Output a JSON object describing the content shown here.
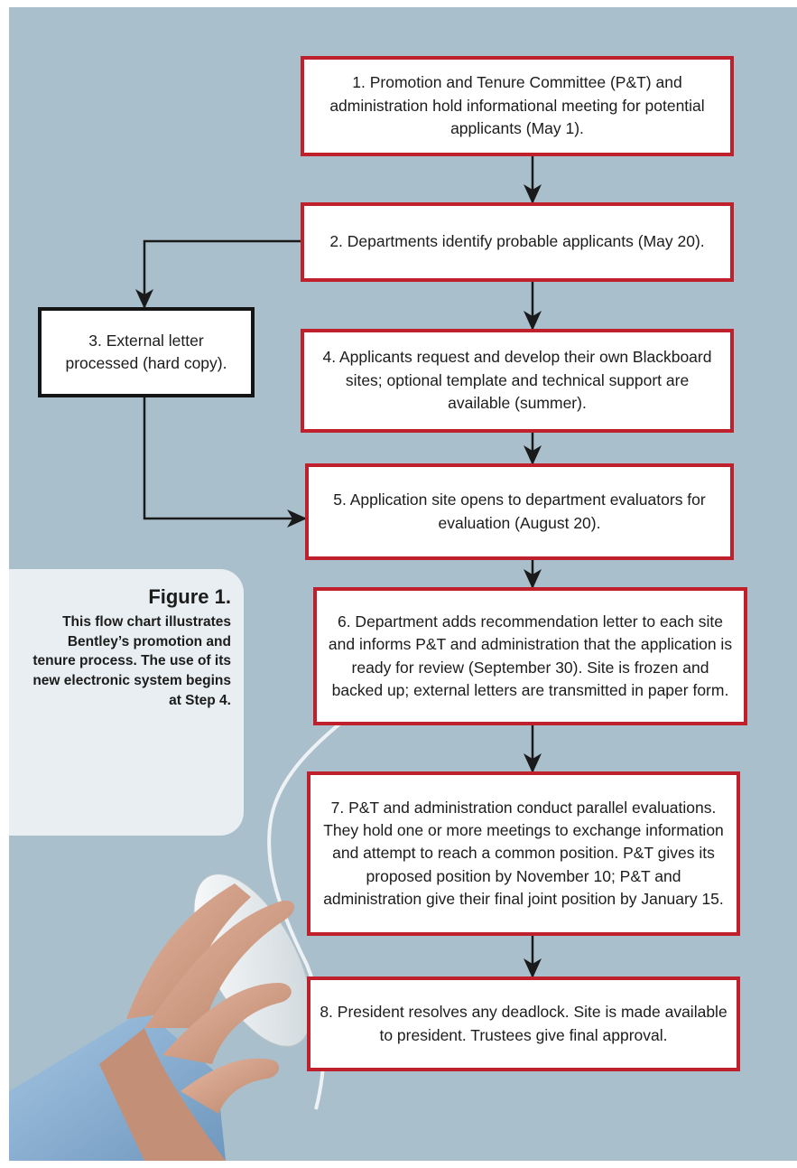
{
  "figure": {
    "title": "Figure 1.",
    "caption": "This flow chart illustrates Bentley’s promotion and tenure process. The use of its new electronic system begins at Step 4."
  },
  "steps": [
    {
      "id": "1",
      "text": "1. Promotion and Tenure Committee (P&T) and administration hold informational meeting for potential applicants (May 1)."
    },
    {
      "id": "2",
      "text": "2. Departments identify probable applicants (May 20)."
    },
    {
      "id": "3",
      "text": "3. External letter processed (hard copy)."
    },
    {
      "id": "4",
      "text": "4. Applicants request and develop their own Blackboard sites; optional template and technical support are available (summer)."
    },
    {
      "id": "5",
      "text": "5. Application site opens to department evaluators for evaluation (August 20)."
    },
    {
      "id": "6",
      "text": "6. Department adds recommendation letter to each site and informs P&T and administration that the application is ready for review (September 30). Site is frozen and backed up; external letters are transmitted in paper form."
    },
    {
      "id": "7",
      "text": "7. P&T and administration conduct parallel evaluations. They hold one or more meetings to exchange information and attempt to reach a common position. P&T gives its proposed position by November 10; P&T and administration give their final joint position by January 15."
    },
    {
      "id": "8",
      "text": "8. President resolves any deadlock. Site is made available to president. Trustees give final approval."
    }
  ],
  "colors": {
    "background": "#a9bfcb",
    "box_border_red": "#c0202c",
    "box_border_black": "#141414",
    "caption_panel": "#e8eef1"
  }
}
